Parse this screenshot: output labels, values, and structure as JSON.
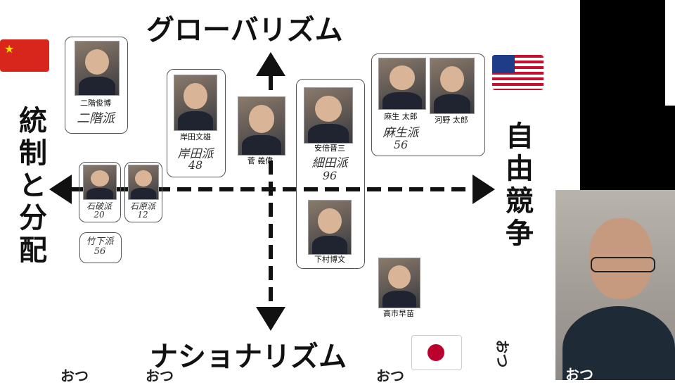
{
  "axes": {
    "top": "グローバリズム",
    "bottom": "ナショナリズム",
    "left": "統制と分配",
    "right": "自由競争"
  },
  "people": [
    {
      "name": "二階俊博",
      "faction": "二階派",
      "count": ""
    },
    {
      "name": "岸田文雄",
      "faction": "岸田派",
      "count": "48"
    },
    {
      "name": "菅 義偉",
      "faction": "",
      "count": ""
    },
    {
      "name": "安倍晋三",
      "faction": "細田派",
      "count": "96"
    },
    {
      "name": "麻生 太郎",
      "faction": "麻生派",
      "count": "56"
    },
    {
      "name": "河野 太郎",
      "faction": "",
      "count": ""
    },
    {
      "name": "下村博文",
      "faction": "",
      "count": ""
    },
    {
      "name": "高市早苗",
      "faction": "",
      "count": ""
    }
  ],
  "small_factions": [
    {
      "faction": "石破派",
      "count": "20"
    },
    {
      "faction": "石原派",
      "count": "12"
    },
    {
      "faction": "竹下派",
      "count": "56"
    }
  ],
  "subtitles": [
    "おつ",
    "おつ",
    "おつ",
    "おつ",
    "おつ"
  ],
  "colors": {
    "axis": "#111111",
    "box": "#555555",
    "panel": "#000000"
  }
}
